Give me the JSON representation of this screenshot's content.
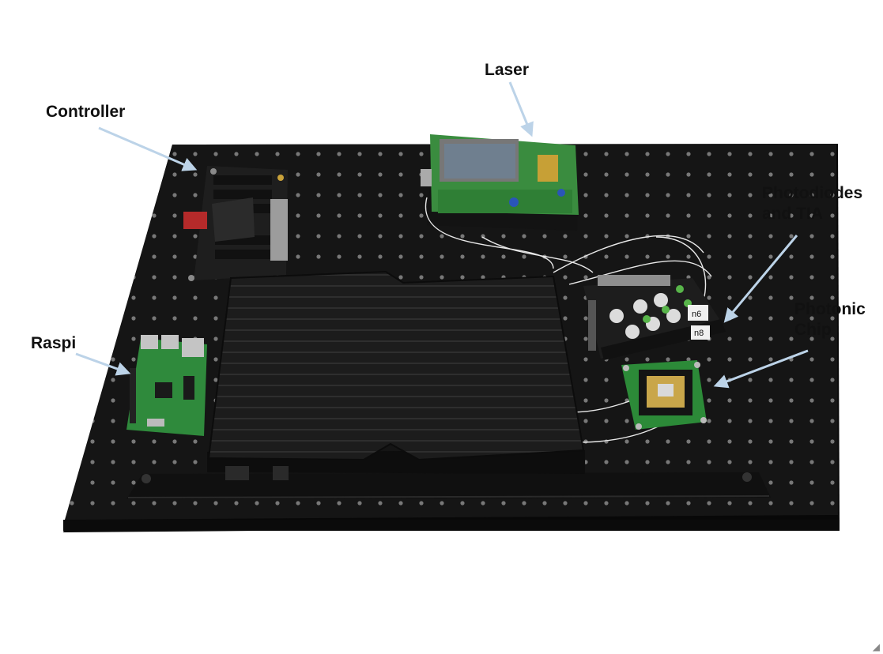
{
  "labels": {
    "controller": "Controller",
    "laser": "Laser",
    "photodiodes_line1": "Photodiodes",
    "photodiodes_line2": "and TIA",
    "raspi": "Raspi",
    "photonic_line1": "Photonic",
    "photonic_line2": "Chip",
    "pd_tag_1": "n6",
    "pd_tag_2": "n8"
  },
  "colors": {
    "background": "#ffffff",
    "breadboard": "#151515",
    "breadboard_edge": "#0a0a0a",
    "pcb_green": "#2f8f3a",
    "pcb_dark": "#1e1e1e",
    "enclosure": "#1b1b1b",
    "arrow": "#bcd3e8",
    "label_text": "#111111"
  },
  "icons": {
    "resize_handle": "resize-grip-icon"
  }
}
